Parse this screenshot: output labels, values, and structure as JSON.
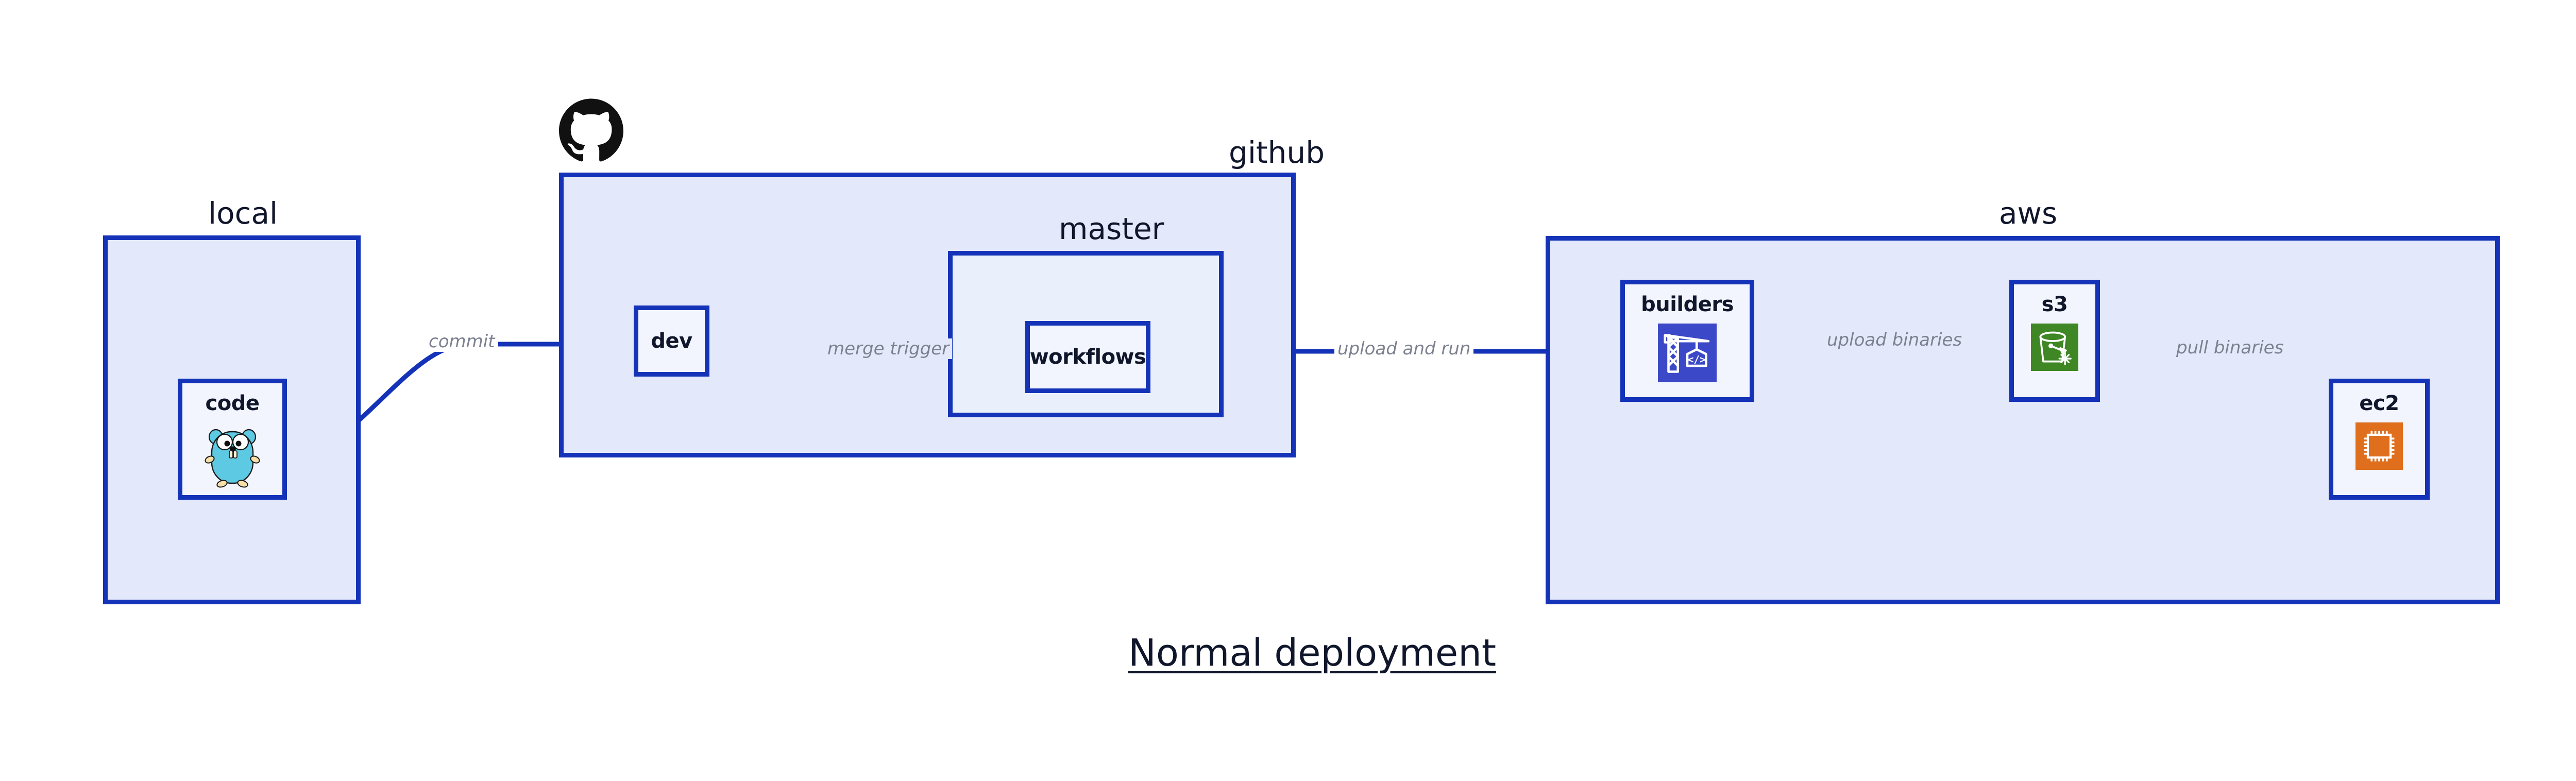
{
  "title": "Normal deployment",
  "colors": {
    "group_fill": "#e3e8fa",
    "group_border": "#1433b8",
    "node_fill": "#f2f5fd",
    "edge": "#1433b8",
    "edge_label": "#7c8190",
    "builders_icon_bg": "#3b48c7",
    "s3_icon_bg": "#3f8624",
    "ec2_icon_bg": "#df6f1c",
    "gopher_body": "#5dc9e2",
    "text": "#10162b"
  },
  "groups": [
    {
      "id": "local",
      "label": "local"
    },
    {
      "id": "github",
      "label": "github"
    },
    {
      "id": "master",
      "label": "master"
    },
    {
      "id": "aws",
      "label": "aws"
    }
  ],
  "nodes": [
    {
      "id": "code",
      "label": "code",
      "icon": "go-gopher-icon"
    },
    {
      "id": "dev",
      "label": "dev",
      "icon": null
    },
    {
      "id": "workflows",
      "label": "workflows",
      "icon": null
    },
    {
      "id": "builders",
      "label": "builders",
      "icon": "aws-codebuild-icon"
    },
    {
      "id": "s3",
      "label": "s3",
      "icon": "aws-s3-bucket-icon"
    },
    {
      "id": "ec2",
      "label": "ec2",
      "icon": "aws-ec2-chip-icon"
    }
  ],
  "edges": [
    {
      "id": "commit",
      "label": "commit",
      "from": "code",
      "to": "dev"
    },
    {
      "id": "merge-trigger",
      "label": "merge trigger",
      "from": "dev",
      "to": "workflows"
    },
    {
      "id": "upload-and-run",
      "label": "upload and run",
      "from": "workflows",
      "to": "builders"
    },
    {
      "id": "upload-binaries",
      "label": "upload binaries",
      "from": "builders",
      "to": "s3"
    },
    {
      "id": "pull-binaries",
      "label": "pull binaries",
      "from": "s3",
      "to": "ec2"
    }
  ],
  "logos": [
    {
      "id": "github-logo",
      "name": "github-octocat-icon"
    }
  ]
}
